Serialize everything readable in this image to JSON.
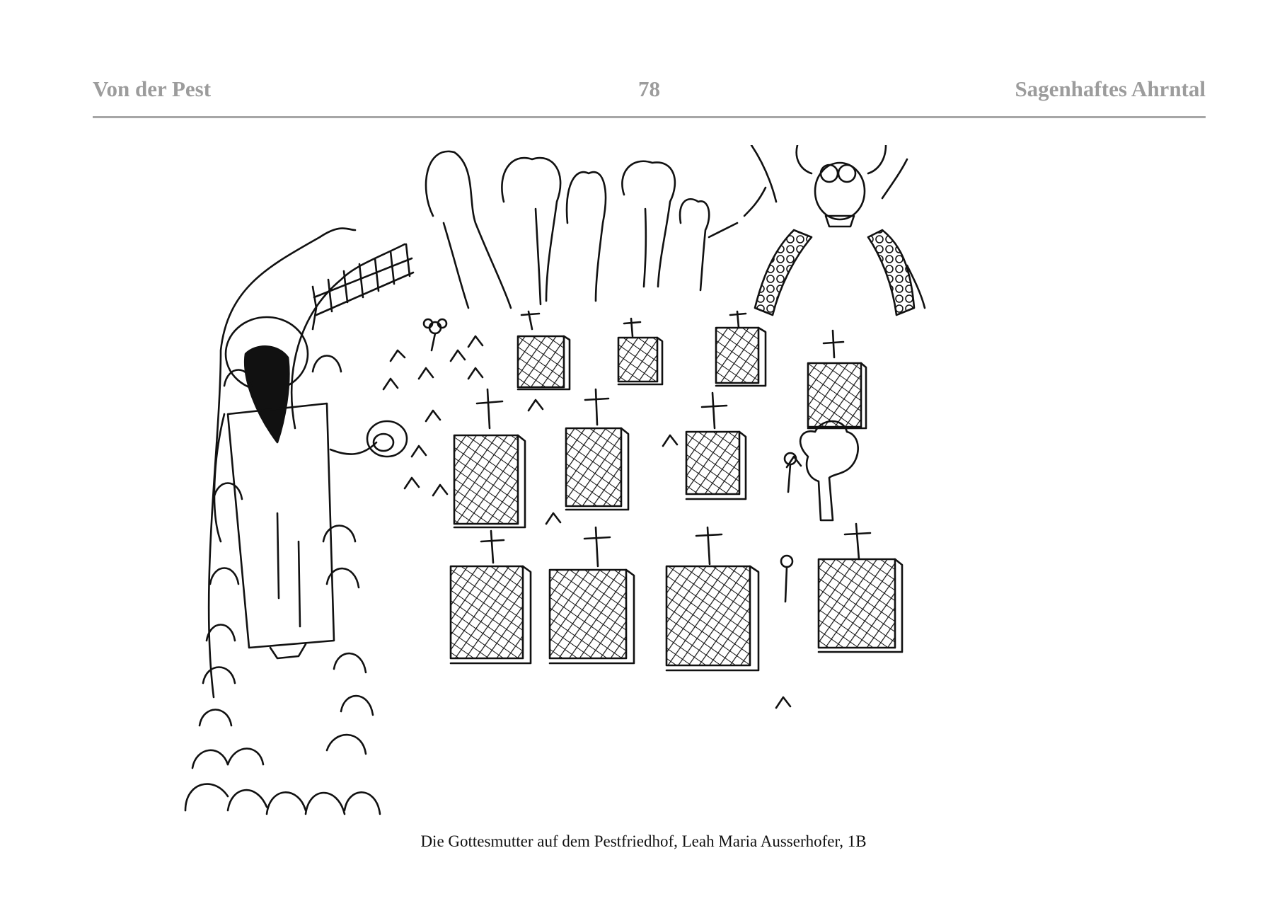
{
  "header": {
    "left": "Von der Pest",
    "page_number": "78",
    "right": "Sagenhaftes Ahrntal"
  },
  "figure": {
    "caption": "Die Gottesmutter auf dem Pestfriedhof, Leah Maria Ausserhofer, 1B"
  },
  "colors": {
    "header_text": "#9c9c9c",
    "rule": "#a6a6a6",
    "ink": "#111111"
  }
}
